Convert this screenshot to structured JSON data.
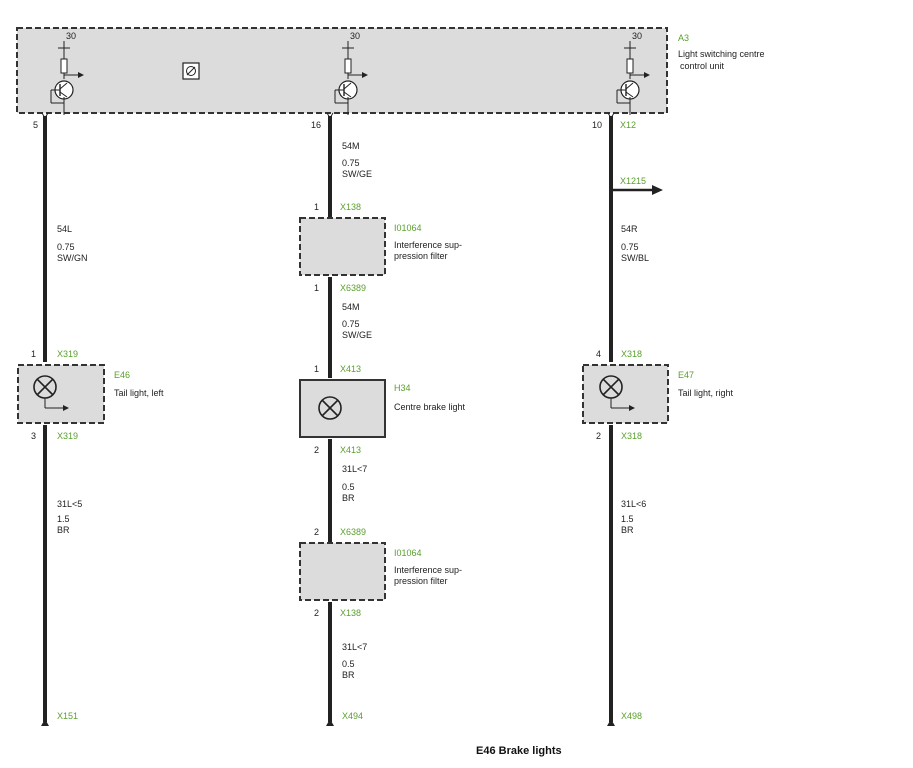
{
  "control_unit": {
    "id": "A3",
    "name_line1": "Light switching centre",
    "name_line2": "control unit",
    "supply_label": "30",
    "pins": {
      "left": "5",
      "center": "16",
      "right": "10",
      "right_connector": "X12"
    }
  },
  "left": {
    "wire1": {
      "code": "54L",
      "size": "0.75",
      "color": "SW/GN"
    },
    "lamp": {
      "id": "E46",
      "name": "Tail light, left",
      "pin_in": "1",
      "conn_in": "X319",
      "pin_out": "3",
      "conn_out": "X319"
    },
    "wire2": {
      "code": "31L<5",
      "size": "1.5",
      "color": "BR"
    },
    "ground": "X151"
  },
  "center": {
    "wire1": {
      "code": "54M",
      "size": "0.75",
      "color": "SW/GE"
    },
    "filter1": {
      "id": "I01064",
      "name_line1": "Interference sup-",
      "name_line2": "pression filter",
      "pin_in": "1",
      "conn_in": "X138",
      "pin_out": "1",
      "conn_out": "X6389"
    },
    "wire2": {
      "code": "54M",
      "size": "0.75",
      "color": "SW/GE"
    },
    "lamp": {
      "id": "H34",
      "name": "Centre brake light",
      "pin_in": "1",
      "conn_in": "X413",
      "pin_out": "2",
      "conn_out": "X413"
    },
    "wire3": {
      "code": "31L<7",
      "size": "0.5",
      "color": "BR"
    },
    "filter2": {
      "id": "I01064",
      "name_line1": "Interference sup-",
      "name_line2": "pression filter",
      "pin_in": "2",
      "conn_in": "X6389",
      "pin_out": "2",
      "conn_out": "X138"
    },
    "wire4": {
      "code": "31L<7",
      "size": "0.5",
      "color": "BR"
    },
    "ground": "X494"
  },
  "right": {
    "branch": "X1215",
    "wire1": {
      "code": "54R",
      "size": "0.75",
      "color": "SW/BL"
    },
    "lamp": {
      "id": "E47",
      "name": "Tail light, right",
      "pin_in": "4",
      "conn_in": "X318",
      "pin_out": "2",
      "conn_out": "X318"
    },
    "wire2": {
      "code": "31L<6",
      "size": "1.5",
      "color": "BR"
    },
    "ground": "X498"
  },
  "caption": "E46 Brake lights"
}
